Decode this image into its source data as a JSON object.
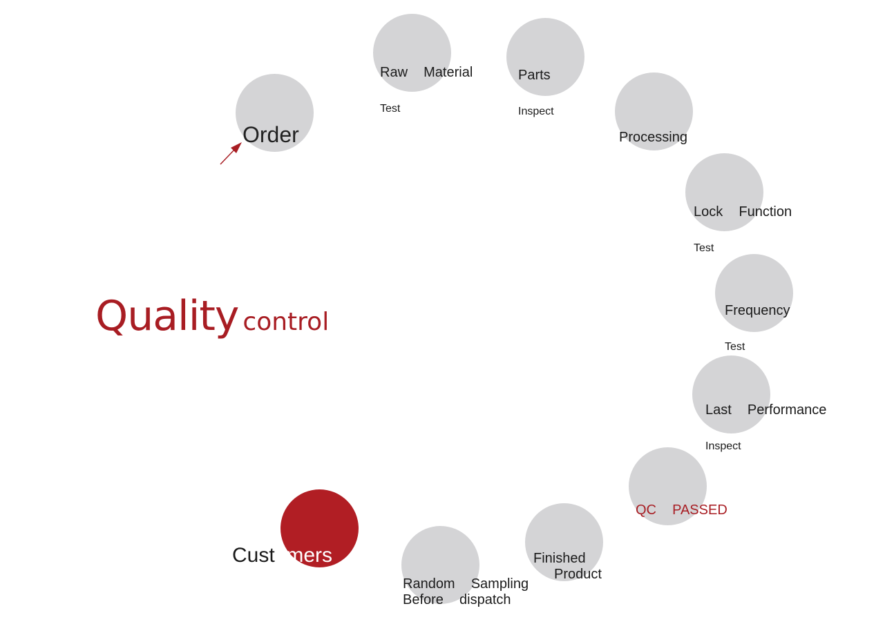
{
  "title": {
    "main": "Quality",
    "sub": "control"
  },
  "colors": {
    "accent": "#b11e24",
    "node": "#d4d4d6",
    "text": "#1a1a1a"
  },
  "steps": [
    {
      "main": "Order",
      "sub": ""
    },
    {
      "main": "Raw  Material",
      "sub": "Test"
    },
    {
      "main": "Parts",
      "sub": "Inspect"
    },
    {
      "main": "Processing",
      "sub": ""
    },
    {
      "main": "Lock  Function",
      "sub": "Test"
    },
    {
      "main": "Frequency",
      "sub": "Test"
    },
    {
      "main": "Last  Performance",
      "sub": "Inspect"
    },
    {
      "main": "QC  PASSED",
      "sub": ""
    },
    {
      "main": "Finished",
      "sub": "Product"
    },
    {
      "main": "Random  Sampling",
      "sub": "Before  dispatch"
    },
    {
      "main": "Customers",
      "sub": ""
    }
  ]
}
